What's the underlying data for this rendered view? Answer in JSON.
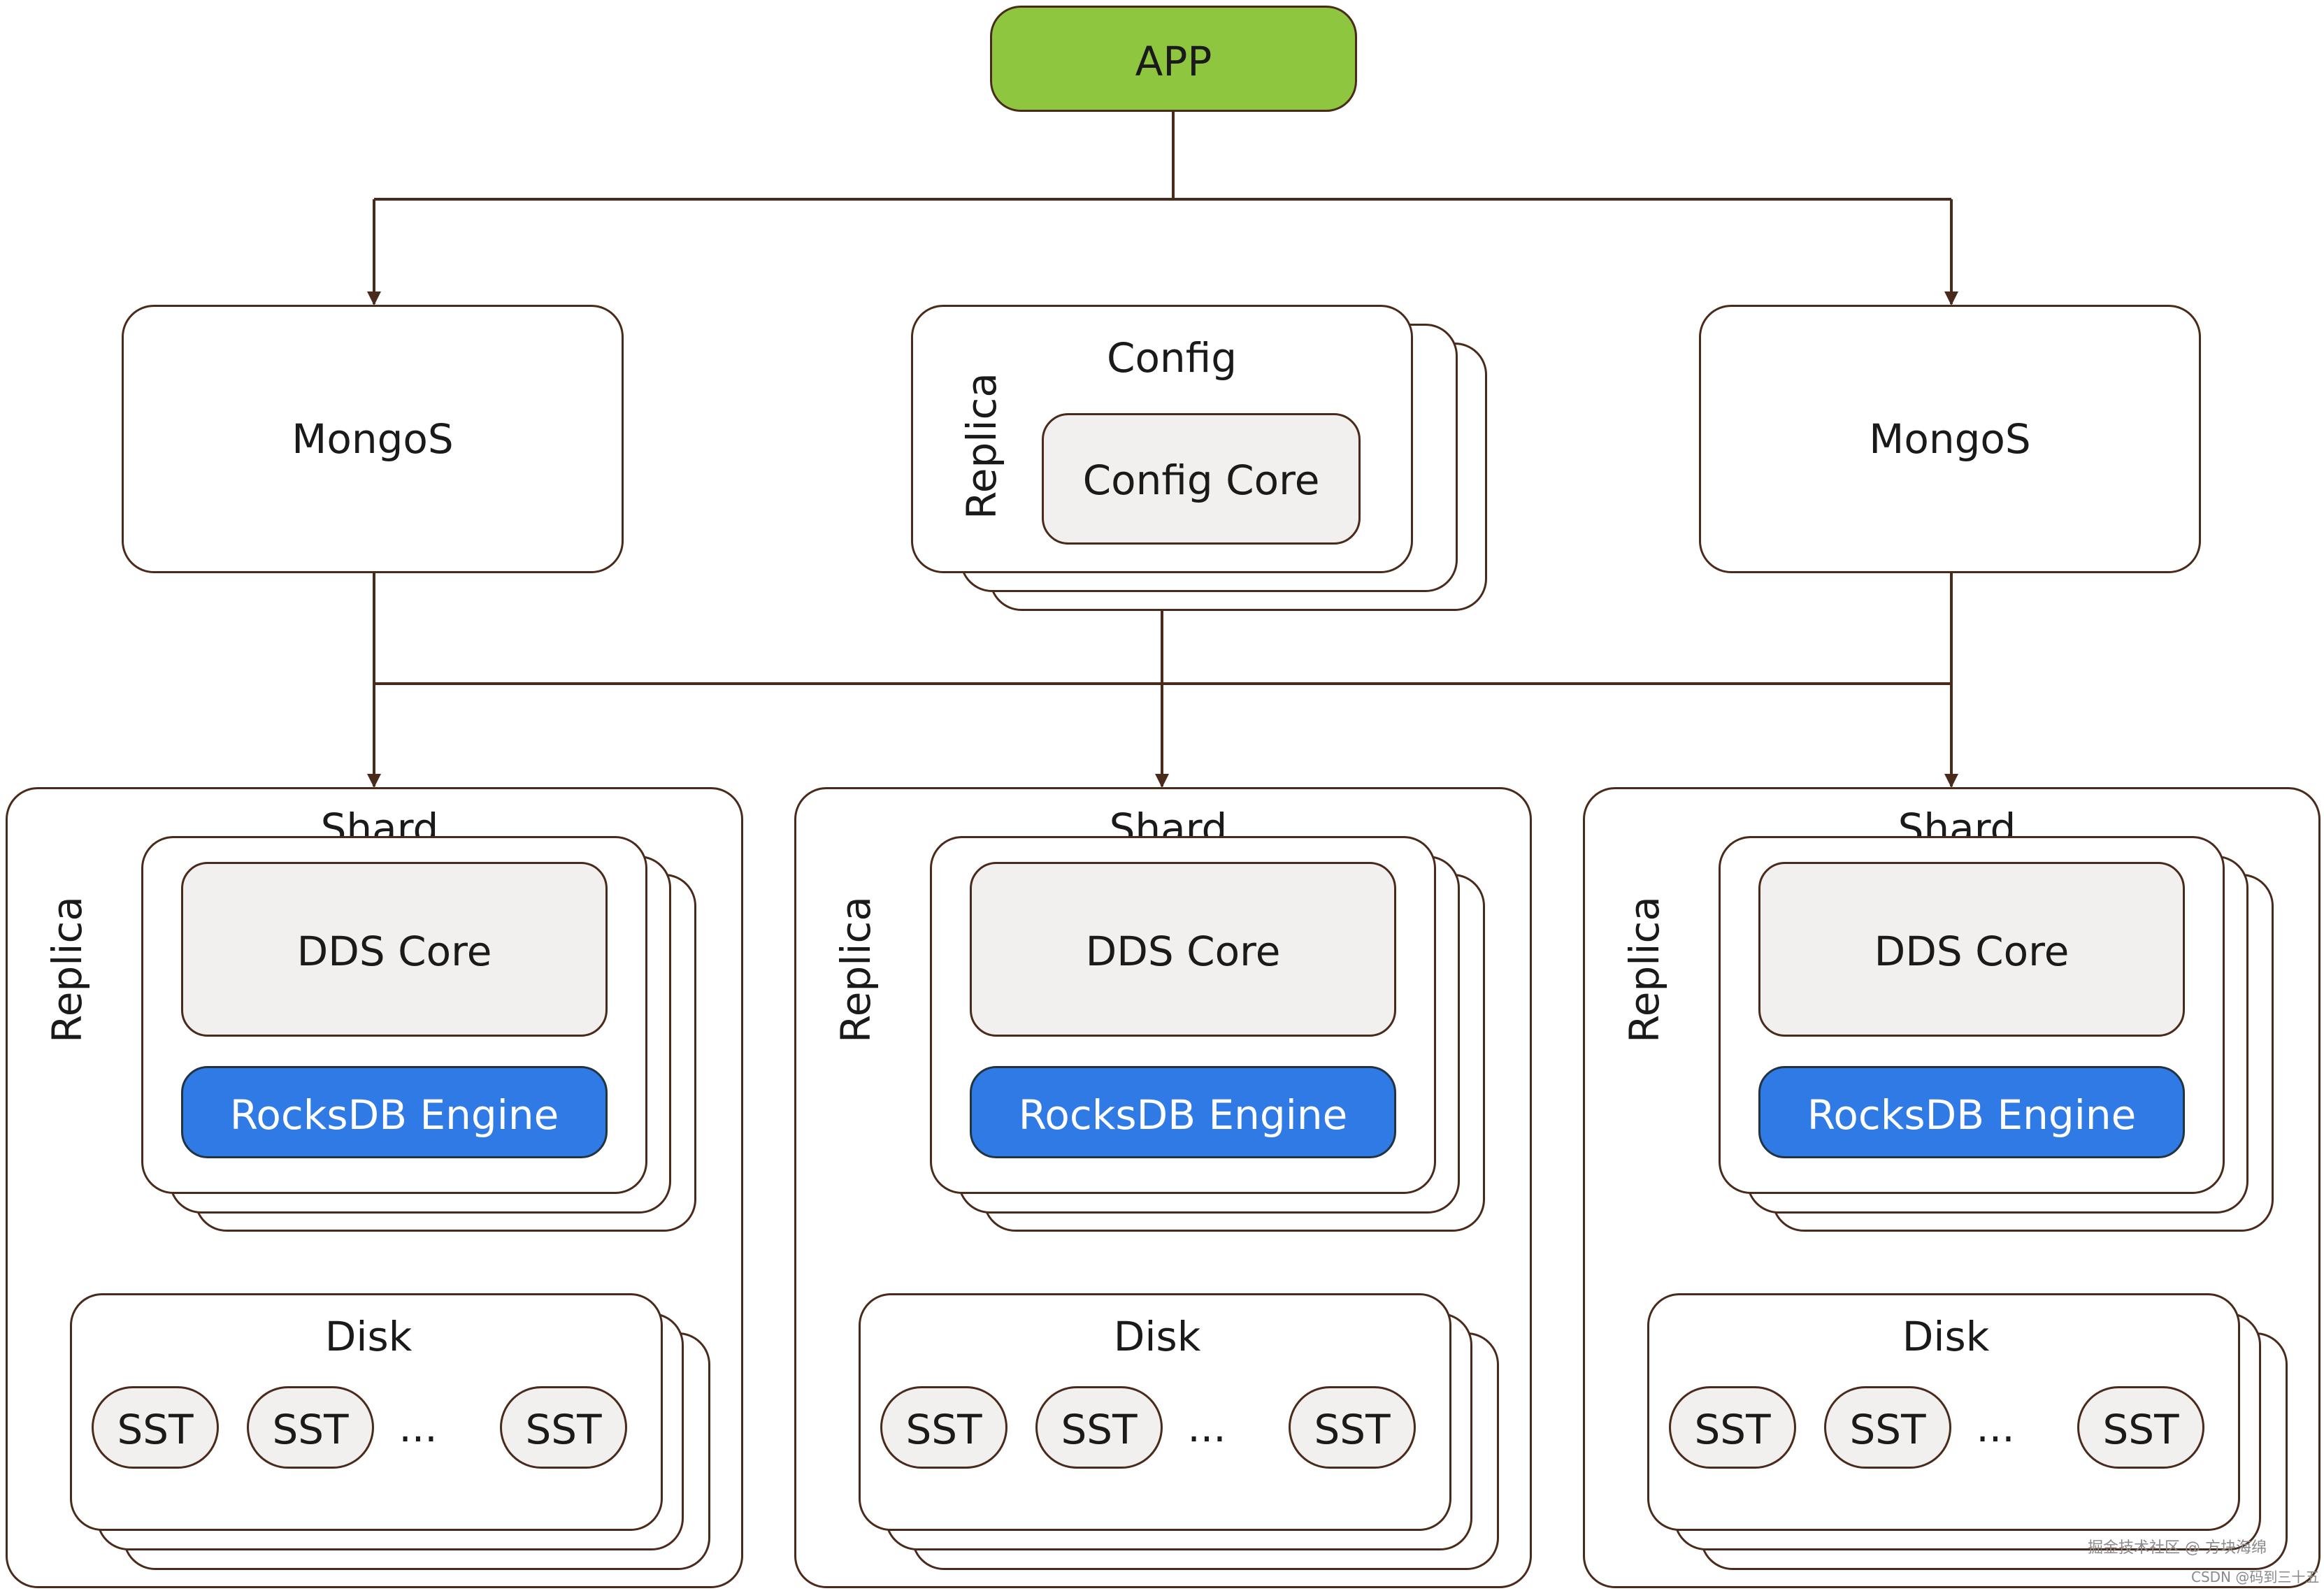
{
  "app": {
    "label": "APP"
  },
  "mongos": [
    {
      "label": "MongoS"
    },
    {
      "label": "MongoS"
    }
  ],
  "config": {
    "title": "Config",
    "replica_label": "Replica",
    "core_label": "Config Core"
  },
  "shards": [
    {
      "title": "Shard",
      "replica_label": "Replica",
      "core_label": "DDS Core",
      "engine_label": "RocksDB Engine",
      "disk": {
        "title": "Disk",
        "sst": [
          "SST",
          "SST",
          "SST"
        ],
        "ellipsis": "..."
      }
    },
    {
      "title": "Shard",
      "replica_label": "Replica",
      "core_label": "DDS Core",
      "engine_label": "RocksDB Engine",
      "disk": {
        "title": "Disk",
        "sst": [
          "SST",
          "SST",
          "SST"
        ],
        "ellipsis": "..."
      }
    },
    {
      "title": "Shard",
      "replica_label": "Replica",
      "core_label": "DDS Core",
      "engine_label": "RocksDB Engine",
      "disk": {
        "title": "Disk",
        "sst": [
          "SST",
          "SST",
          "SST"
        ],
        "ellipsis": "..."
      }
    }
  ],
  "watermark": {
    "line1": "掘金技术社区 @ 方块海绵",
    "line2": "CSDN @码到三十五"
  },
  "colors": {
    "app_fill": "#8fc63f",
    "engine_fill": "#2f7ae5",
    "core_fill": "#f1f0ee",
    "stroke": "#4a2a1a"
  }
}
